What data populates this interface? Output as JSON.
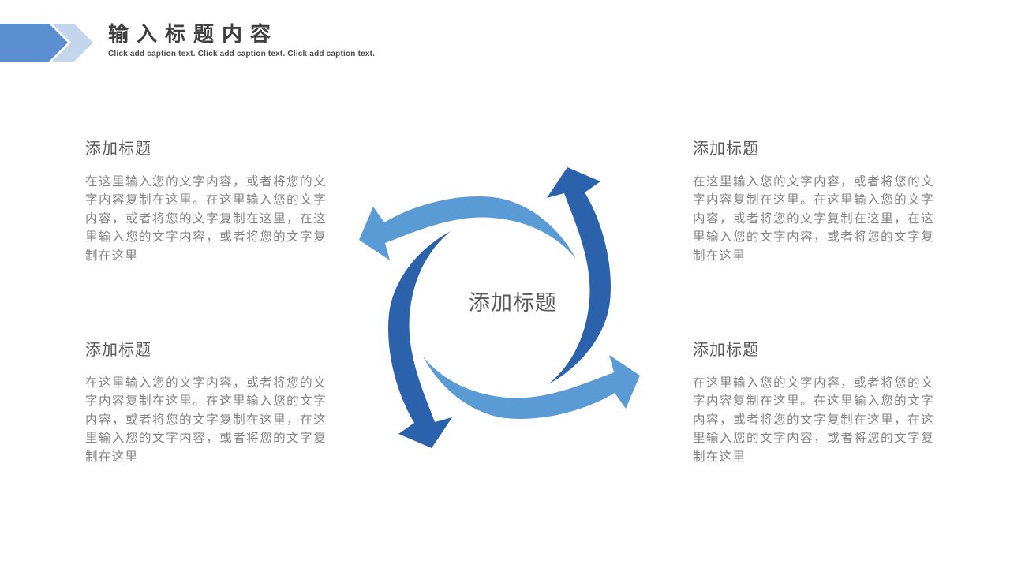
{
  "header": {
    "title": "输入标题内容",
    "caption": "Click add caption text. Click add caption text. Click add caption text."
  },
  "center": {
    "label": "添加标题"
  },
  "sections": [
    {
      "position": "top-left",
      "title": "添加标题",
      "body": "在这里输入您的文字内容，或者将您的文字内容复制在这里。在这里输入您的文字内容，或者将您的文字复制在这里，在这里输入您的文字内容，或者将您的文字复制在这里"
    },
    {
      "position": "top-right",
      "title": "添加标题",
      "body": "在这里输入您的文字内容，或者将您的文字内容复制在这里。在这里输入您的文字内容，或者将您的文字复制在这里，在这里输入您的文字内容，或者将您的文字复制在这里"
    },
    {
      "position": "bottom-left",
      "title": "添加标题",
      "body": "在这里输入您的文字内容，或者将您的文字内容复制在这里。在这里输入您的文字内容，或者将您的文字复制在这里，在这里输入您的文字内容，或者将您的文字复制在这里"
    },
    {
      "position": "bottom-right",
      "title": "添加标题",
      "body": "在这里输入您的文字内容，或者将您的文字内容复制在这里。在这里输入您的文字内容，或者将您的文字复制在这里，在这里输入您的文字内容，或者将您的文字复制在这里"
    }
  ],
  "colors": {
    "arrow_light": "#5B9BD5",
    "arrow_dark": "#2B62AB",
    "header_arrow": "#5C8FD2",
    "header_chevron": "#C3D6EC",
    "title_text": "#3F3F3F",
    "caption_text": "#4A4A4A",
    "section_title": "#595959",
    "body_text": "#828282",
    "center_label": "#595959"
  }
}
